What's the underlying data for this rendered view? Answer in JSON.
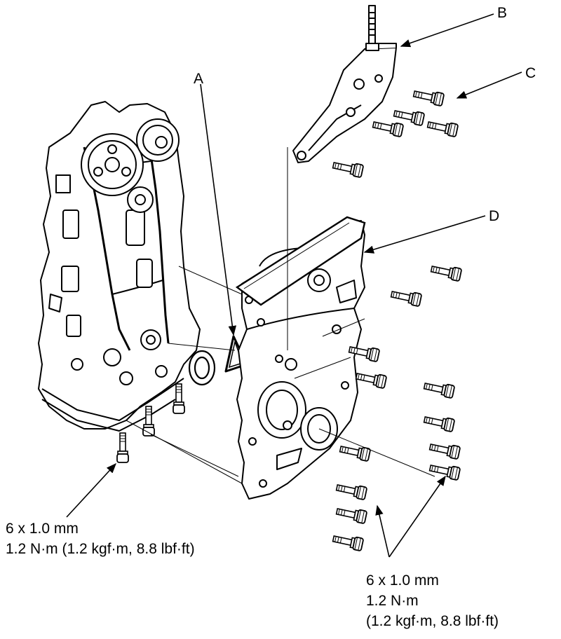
{
  "callouts": {
    "a": "A",
    "b": "B",
    "c": "C",
    "d": "D"
  },
  "specs": {
    "left": {
      "line1": "6 x 1.0 mm",
      "line2": "1.2 N·m (1.2 kgf·m, 8.8 lbf·ft)"
    },
    "right": {
      "line1": "6 x 1.0 mm",
      "line2": "1.2 N·m",
      "line3": "(1.2 kgf·m, 8.8 lbf·ft)"
    }
  },
  "colors": {
    "ink": "#000000",
    "paper": "#ffffff"
  }
}
